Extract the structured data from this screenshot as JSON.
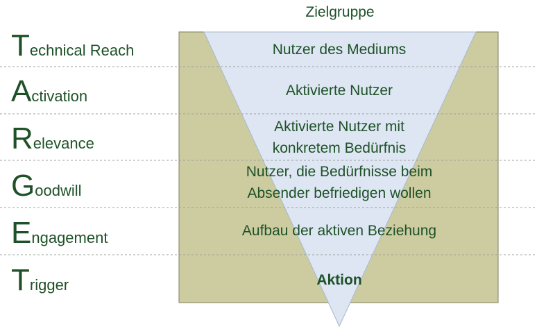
{
  "diagram": {
    "top_label": "Zielgruppe",
    "acronym": [
      {
        "letter": "T",
        "rest": "echnical Reach"
      },
      {
        "letter": "A",
        "rest": "ctivation"
      },
      {
        "letter": "R",
        "rest": "elevance"
      },
      {
        "letter": "G",
        "rest": "oodwill"
      },
      {
        "letter": "E",
        "rest": "ngagement"
      },
      {
        "letter": "T",
        "rest": "rigger"
      }
    ],
    "stages": [
      {
        "line1": "Nutzer des Mediums",
        "line2": ""
      },
      {
        "line1": "Aktivierte Nutzer",
        "line2": ""
      },
      {
        "line1": "Aktivierte Nutzer mit",
        "line2": "konkretem Bedürfnis"
      },
      {
        "line1": "Nutzer, die Bedürfnisse beim",
        "line2": "Absender befriedigen wollen"
      },
      {
        "line1": "Aufbau der aktiven Beziehung",
        "line2": ""
      },
      {
        "line1": "Aktion",
        "line2": ""
      }
    ],
    "colors": {
      "box_fill": "#cccca0",
      "box_stroke": "#7f7f60",
      "funnel_fill": "#dde6f2",
      "funnel_stroke": "#a7b8cd",
      "divider": "#a0a0a0",
      "text": "#1e5128"
    }
  }
}
